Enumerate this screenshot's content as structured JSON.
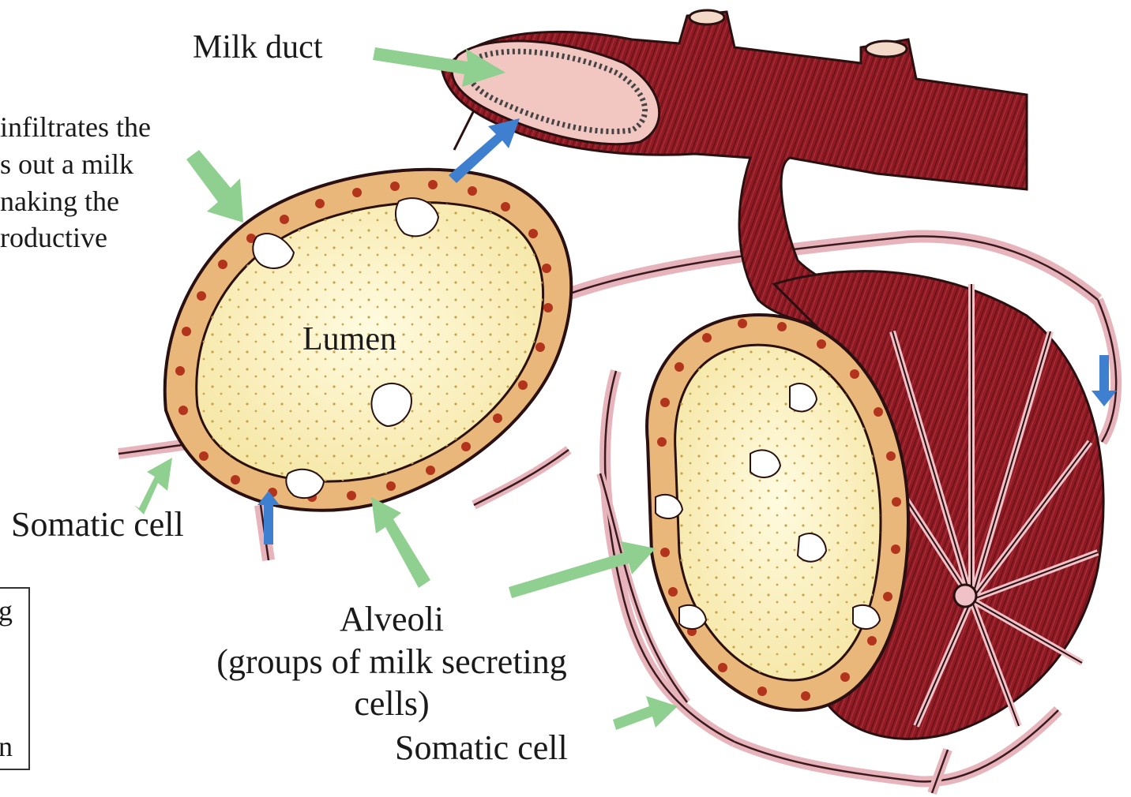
{
  "labels": {
    "milk_duct": "Milk duct",
    "lumen": "Lumen",
    "somatic_cell_left": "Somatic cell",
    "somatic_cell_bottom": "Somatic cell",
    "alveoli_line1": "Alveoli",
    "alveoli_line2": "(groups of milk secreting",
    "alveoli_line3": "cells)"
  },
  "cut_text": {
    "line1": "infiltrates the",
    "line2": "s out a milk",
    "line3": "naking the",
    "line4": "roductive"
  },
  "cut_box": {
    "top_char": "g",
    "bottom_char": "n"
  },
  "colors": {
    "arrow": "#8fcf8f",
    "flow_arrow": "#3f7fd0",
    "vessel": "#8e1a24",
    "vessel_dark": "#5a0f16",
    "capillary": "#e8b4bc",
    "lumen": "#fbf3c6",
    "cell_fill": "#e9b77a",
    "cell_nucleus": "#b3341d",
    "outline": "#2a1010"
  }
}
